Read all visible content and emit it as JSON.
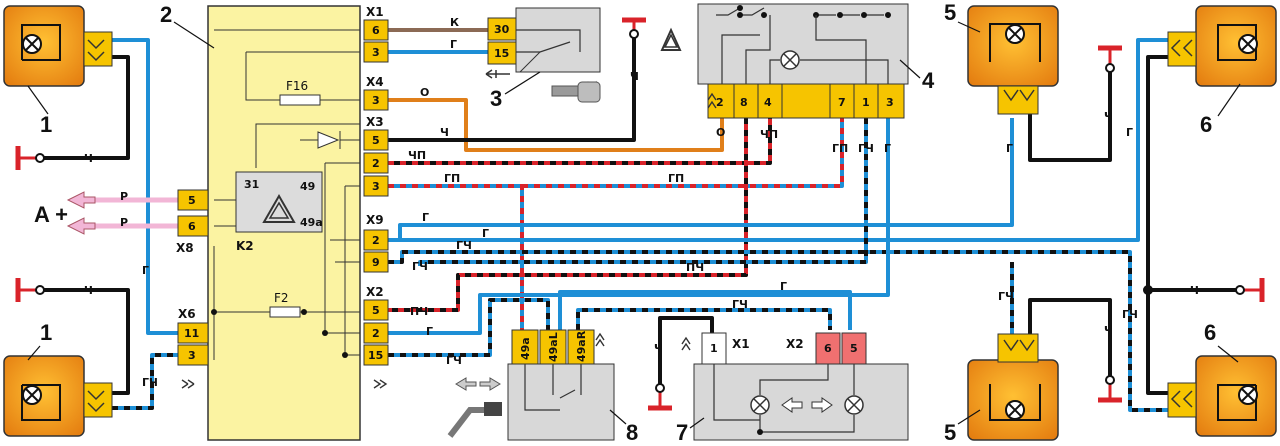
{
  "callouts": [
    "1",
    "2",
    "3",
    "4",
    "5",
    "6",
    "7",
    "8"
  ],
  "block_k2": {
    "label": "K2",
    "connectors": [
      "X1",
      "X4",
      "X3",
      "X9",
      "X2",
      "X8",
      "X6"
    ],
    "fuses": [
      "F16",
      "F2"
    ],
    "relay_pins": [
      "31",
      "49",
      "49a"
    ],
    "x1_pins": [
      "6",
      "3"
    ],
    "x4_pins": [
      "3"
    ],
    "x3_pins": [
      "5",
      "2",
      "3"
    ],
    "x9_pins": [
      "2",
      "9"
    ],
    "x2_pins": [
      "5",
      "2",
      "15"
    ],
    "x8_pins": [
      "5",
      "6"
    ],
    "x6_pins": [
      "11",
      "3"
    ]
  },
  "power_label": "A +",
  "ignition": {
    "pins": [
      "30",
      "15"
    ]
  },
  "hazard_switch": {
    "pins": [
      "2",
      "8",
      "4",
      "7",
      "1",
      "3"
    ]
  },
  "stalk_switch": {
    "pins": [
      "49a",
      "49aL",
      "49aR"
    ]
  },
  "module7": {
    "x1_label": "X1",
    "x1_pin": "1",
    "x2_label": "X2",
    "x2_pins": [
      "6",
      "5"
    ]
  },
  "wire_labels": {
    "x1_6": "К",
    "x1_3": "Г",
    "x4_3": "О",
    "x3_5": "Ч",
    "x3_2": "ЧП",
    "x3_3": "ГП",
    "x9_2": "Г",
    "x9_9": "ГЧ",
    "x2_5": "ПЧ",
    "x2_2": "Г",
    "x2_15": "ГЧ",
    "x8_5": "Р",
    "x8_6": "Р",
    "sw_o": "О",
    "sw_chp": "ЧП",
    "sw_gp": "ГП",
    "sw_gch": "ГЧ",
    "sw_g": "Г",
    "mid_gp": "ГП",
    "mid_g": "Г",
    "mid_gch": "ГЧ",
    "mid_pch": "ПЧ",
    "mid_gch2": "ГЧ",
    "mid_g2": "Г",
    "tl_g": "Г",
    "bl_g": "Г",
    "bl_gch": "ГЧ",
    "gnd_tl": "Ч",
    "gnd_bl": "Ч",
    "gnd_top": "Ч",
    "r_top_g": "Г",
    "r_top_ch": "Ч",
    "r_g": "Г",
    "r_ch": "Ч",
    "r_gch": "ГЧ",
    "r_bot_gch": "ГЧ",
    "r_bot_ch": "Ч",
    "m7_ch": "Ч"
  }
}
